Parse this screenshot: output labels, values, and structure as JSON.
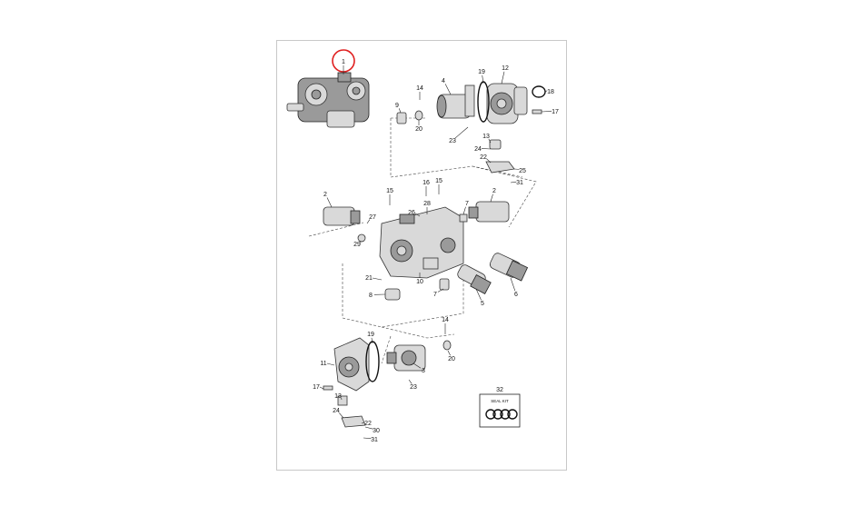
{
  "diagram": {
    "highlight_color": "#e02020",
    "highlighted_callout": "1",
    "seal_kit": {
      "number": "32",
      "label": "SEAL KIT"
    },
    "callouts": [
      "1",
      "2",
      "2",
      "3",
      "4",
      "5",
      "6",
      "7",
      "7",
      "8",
      "9",
      "10",
      "11",
      "12",
      "13",
      "13",
      "14",
      "14",
      "15",
      "15",
      "16",
      "17",
      "17",
      "18",
      "19",
      "19",
      "20",
      "20",
      "21",
      "22",
      "22",
      "23",
      "23",
      "24",
      "24",
      "25",
      "26",
      "27",
      "28",
      "29",
      "30",
      "31",
      "31"
    ]
  }
}
